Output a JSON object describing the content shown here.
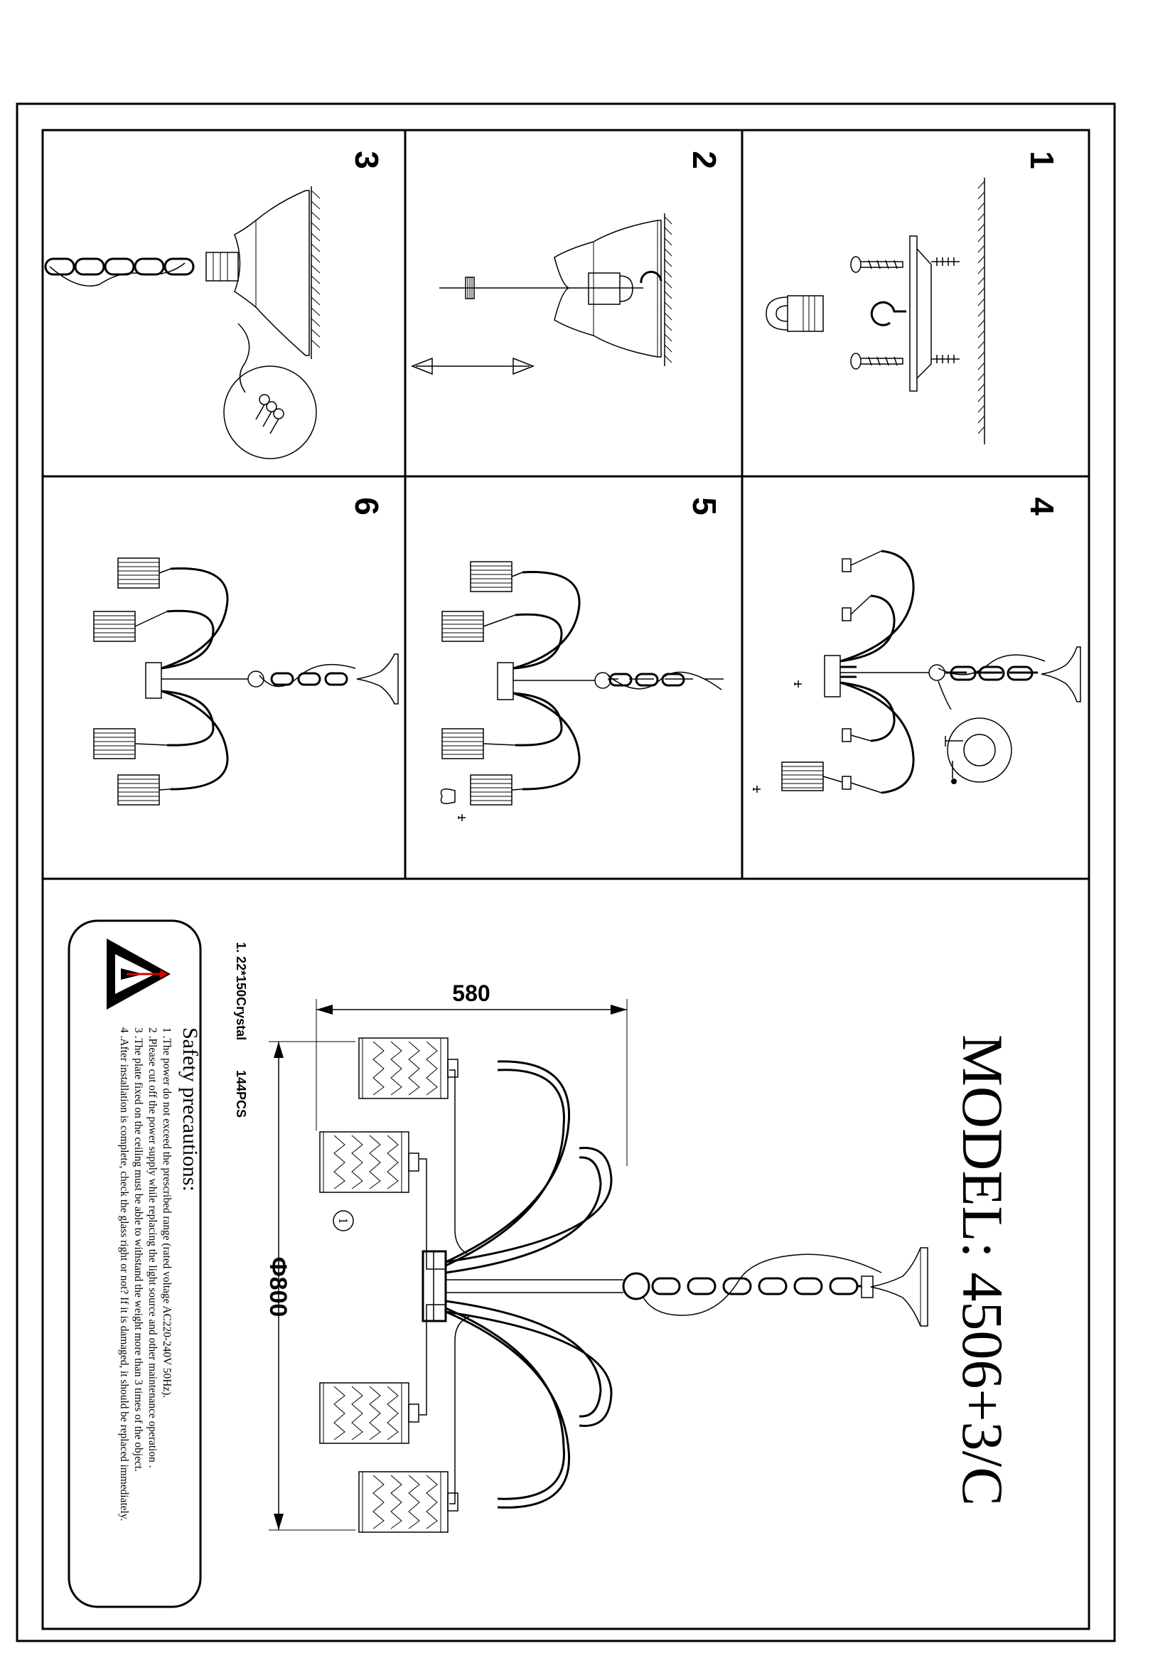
{
  "model": {
    "label": "MODEL:",
    "number": "4506+3/C"
  },
  "steps": [
    "1",
    "2",
    "3",
    "4",
    "5",
    "6"
  ],
  "dimensions": {
    "width": "580",
    "diameter": "Φ800"
  },
  "callout": "1",
  "parts": {
    "line1": "1. 22*150Crystal",
    "qty": "144PCS"
  },
  "safety": {
    "title": "Safety precautions:",
    "items": [
      "1 .The power do not exceed  the prescribed range (rated voltage AC220-240V 50Hz).",
      "2 .Please cut off the power supply while replacing the light source and other maintenance operation .",
      "3 .The plate fixed on the ceiling must be able to withstand the weight more than 3 times of the object.",
      "4 .After installation is complete, check the glass right or not? If it is damaged, it should be replaced immediately."
    ]
  }
}
